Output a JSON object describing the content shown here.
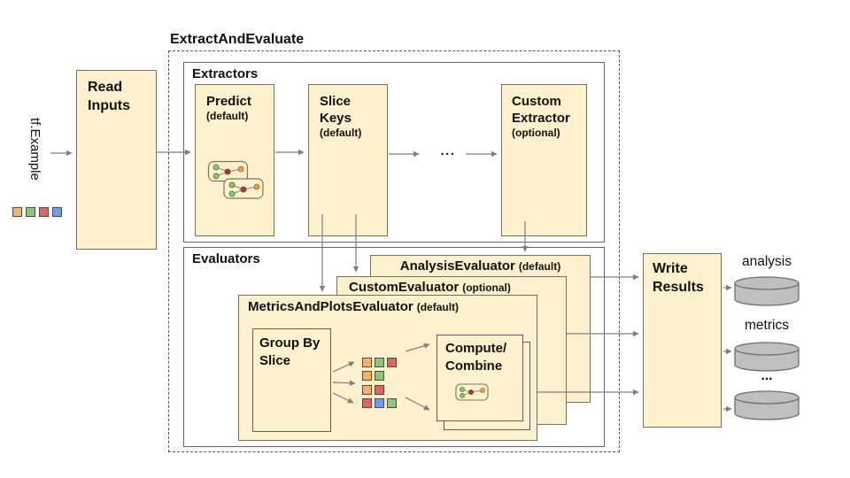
{
  "title": "ExtractAndEvaluate",
  "input": {
    "label": "tf.Example"
  },
  "read_inputs": {
    "label": "Read Inputs"
  },
  "extractors": {
    "label": "Extractors",
    "predict": {
      "name": "Predict",
      "qualifier": "(default)"
    },
    "slice_keys": {
      "name": "Slice Keys",
      "qualifier": "(default)"
    },
    "custom": {
      "name": "Custom Extractor",
      "qualifier": "(optional)"
    },
    "ellipsis": "..."
  },
  "evaluators": {
    "label": "Evaluators",
    "analysis": {
      "name": "AnalysisEvaluator",
      "qualifier": "(default)"
    },
    "custom": {
      "name": "CustomEvaluator",
      "qualifier": "(optional)"
    },
    "metrics_plots": {
      "name": "MetricsAndPlotsEvaluator",
      "qualifier": "(default)"
    },
    "group_by_slice": {
      "label": "Group By Slice"
    },
    "compute_combine": {
      "label": "Compute/ Combine"
    }
  },
  "write_results": {
    "label": "Write Results"
  },
  "outputs": {
    "labels": [
      "analysis",
      "metrics",
      "..."
    ]
  },
  "icons": {
    "predict_icon": "model-graph-icon",
    "compute_icon": "model-graph-icon",
    "outputs_icon": "database-cylinder-icon"
  },
  "palette": {
    "box_fill": "#FCF0CD",
    "box_border": "#73735C",
    "container_border": "#666666",
    "arrow": "#7F7F7F",
    "cylinder_fill": "#BFBFBF",
    "orange": "#F6B26B",
    "green": "#93C47D",
    "red": "#E06666",
    "blue": "#6D9EEB",
    "node_green": "#93C47D",
    "node_red": "#A33B2E",
    "node_orange": "#E8A33D"
  },
  "input_squares": [
    "#F6B26B",
    "#93C47D",
    "#E06666",
    "#6D9EEB"
  ],
  "slice_square_rows": [
    [
      "#F6B26B",
      "#93C47D",
      "#E06666"
    ],
    [
      "#F6B26B",
      "#93C47D"
    ],
    [
      "#F6B26B",
      "#E06666"
    ],
    [
      "#E06666",
      "#6D9EEB",
      "#93C47D"
    ]
  ]
}
